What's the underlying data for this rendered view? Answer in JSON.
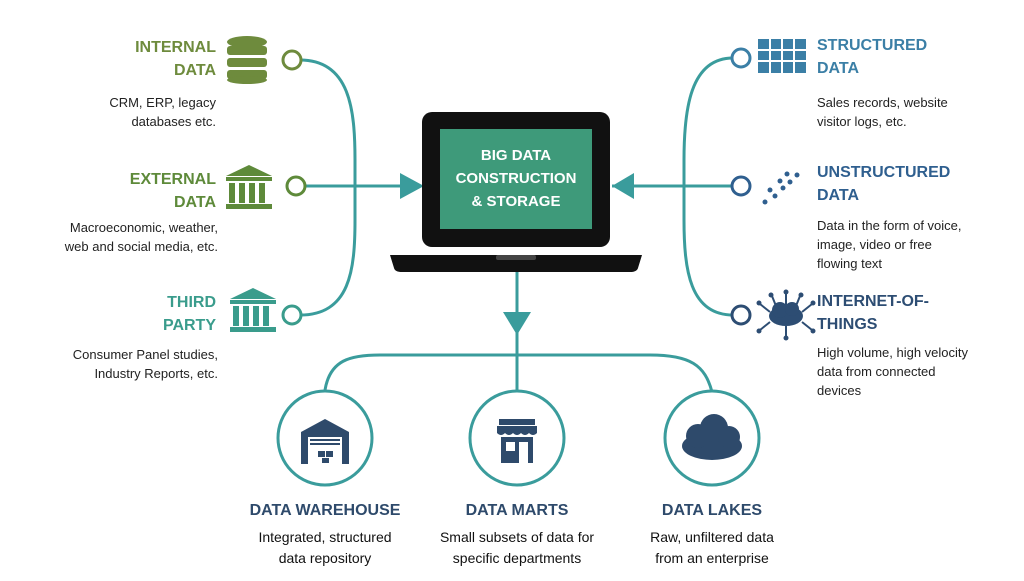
{
  "center": {
    "title": "BIG DATA\nCONSTRUCTION\n& STORAGE"
  },
  "sources_left": [
    {
      "title": "INTERNAL\nDATA",
      "desc": "CRM, ERP, legacy\ndatabases etc.",
      "icon": "database-icon",
      "color": "#6e8b3d"
    },
    {
      "title": "EXTERNAL\nDATA",
      "desc": "Macroeconomic, weather,\nweb and social media, etc.",
      "icon": "bank-icon",
      "color": "#5e8a3a"
    },
    {
      "title": "THIRD\nPARTY",
      "desc": "Consumer Panel studies,\nIndustry Reports, etc.",
      "icon": "bank-icon",
      "color": "#3a9c8c"
    }
  ],
  "sources_right": [
    {
      "title": "STRUCTURED\nDATA",
      "desc": "Sales records, website\nvisitor logs, etc.",
      "icon": "table-icon",
      "color": "#3b7fa6"
    },
    {
      "title": "UNSTRUCTURED\nDATA",
      "desc": "Data in the form of voice,\nimage, video or free\nflowing text",
      "icon": "scatter-dots-icon",
      "color": "#2f5f8f"
    },
    {
      "title": "INTERNET-OF-\nTHINGS",
      "desc": "High volume, high velocity\ndata from connected\ndevices",
      "icon": "cloud-network-icon",
      "color": "#2d4d73"
    }
  ],
  "outputs": [
    {
      "title": "DATA WAREHOUSE",
      "desc": "Integrated, structured\ndata repository",
      "icon": "warehouse-icon"
    },
    {
      "title": "DATA MARTS",
      "desc": "Small subsets of data for\nspecific departments",
      "icon": "store-icon"
    },
    {
      "title": "DATA LAKES",
      "desc": "Raw, unfiltered data\nfrom an enterprise",
      "icon": "cloud-icon"
    }
  ],
  "colors": {
    "line": "#3a9c9c",
    "screen": "#3e9a7a",
    "laptop": "#111111",
    "output_icon": "#2e4a6b"
  }
}
